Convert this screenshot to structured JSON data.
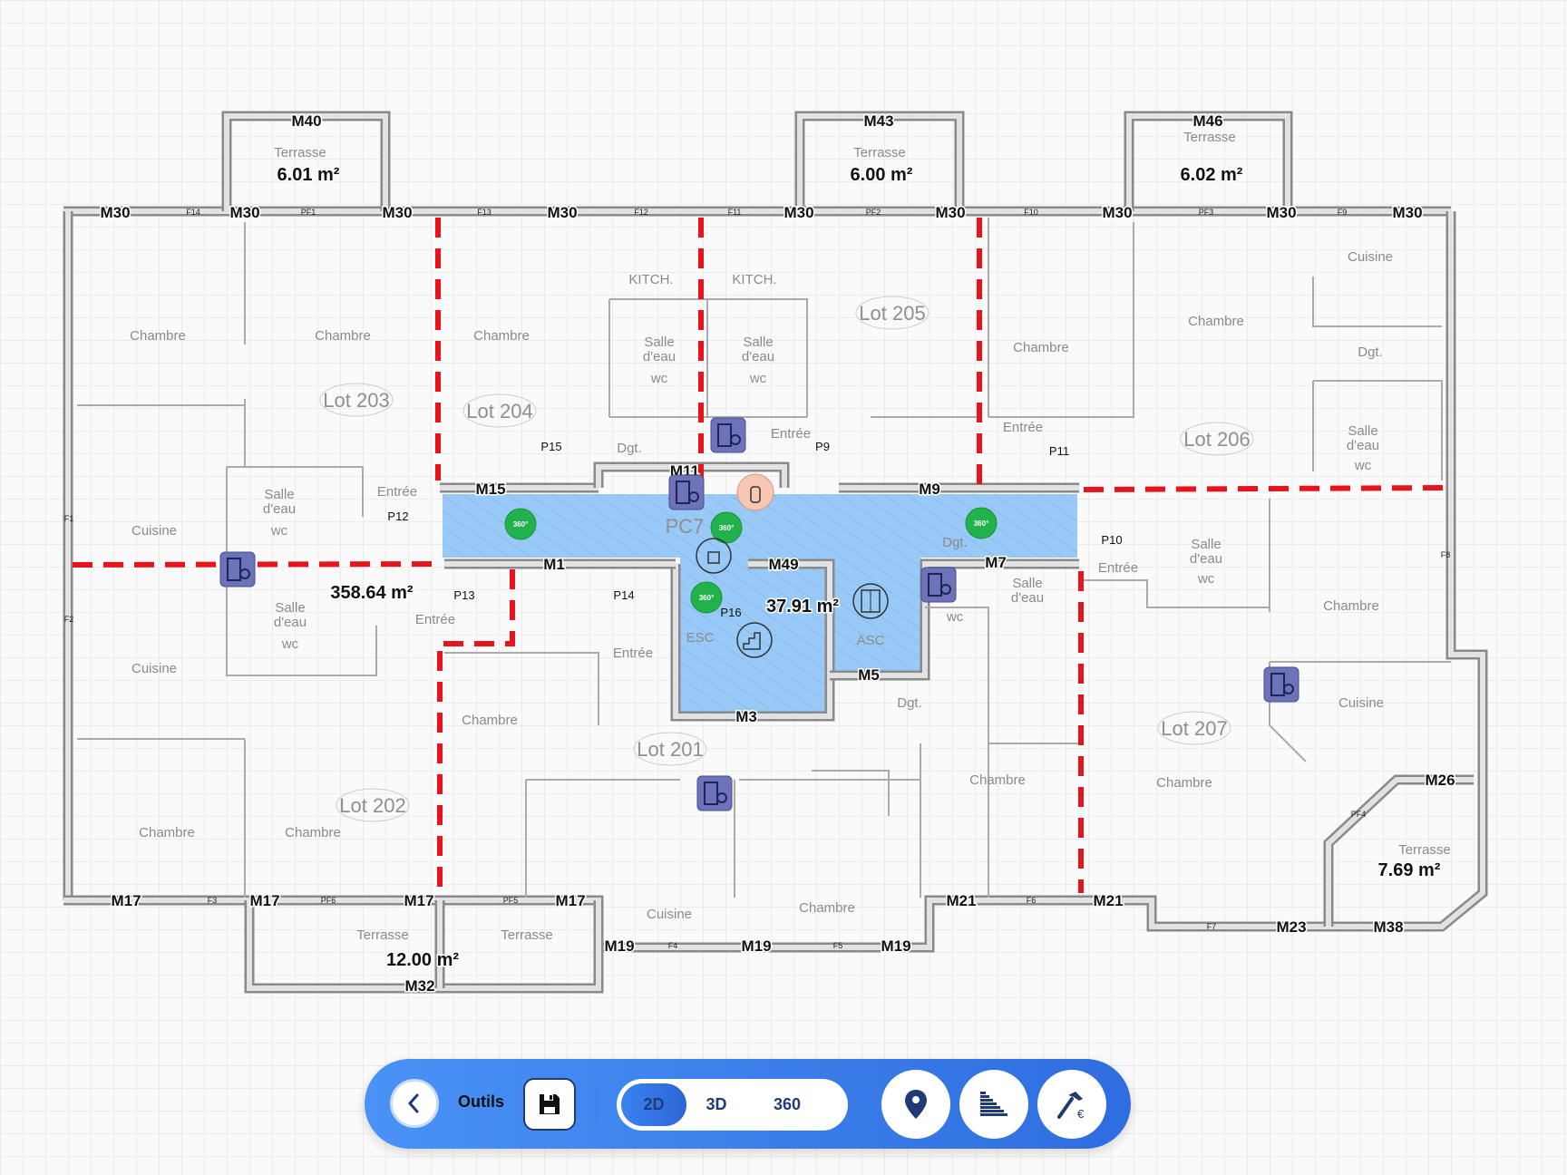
{
  "colors": {
    "wall": "#9a9a9a",
    "lot_boundary": "#e8141b",
    "common_area": "#8ec5f7",
    "icon_tile": "#6e72b8",
    "marker_360": "#22b24c",
    "extinguisher": "#f6c8b4",
    "toolbar": "#3b7fee",
    "toolbar_dark": "#1f3a75"
  },
  "rooms": [
    "Chambre",
    "Chambre",
    "Chambre",
    "KITCH.",
    "KITCH.",
    "Salle",
    "d'eau",
    "wc",
    "Salle",
    "d'eau",
    "wc",
    "Chambre",
    "Chambre",
    "Cuisine",
    "Dgt.",
    "Salle",
    "d'eau",
    "wc",
    "Entrée",
    "Salle",
    "d'eau",
    "wc",
    "Cuisine",
    "Dgt.",
    "Entrée",
    "Entrée",
    "Salle",
    "d'eau",
    "wc",
    "Dgt.",
    "Salle",
    "d'eau",
    "wc",
    "Cuisine",
    "Entrée",
    "Entrée",
    "Entrée",
    "Salle",
    "d'eau",
    "wc",
    "Chambre",
    "Cuisine",
    "Chambre",
    "Dgt.",
    "Chambre",
    "Chambre",
    "Chambre",
    "Chambre",
    "Cuisine",
    "Chambre",
    "Terrasse",
    "Terrasse",
    "Terrasse",
    "Terrasse",
    "Terrasse",
    "Terrasse",
    "ESC",
    "ASC"
  ],
  "lots": [
    "Lot 203",
    "Lot 204",
    "Lot 205",
    "Lot 206",
    "Lot 202",
    "Lot 201",
    "Lot 207",
    "PC7"
  ],
  "areas": [
    "6.01 m²",
    "6.00 m²",
    "6.02 m²",
    "358.64 m²",
    "37.91 m²",
    "12.00 m²",
    "7.69 m²"
  ],
  "walls": [
    "M40",
    "M43",
    "M46",
    "M30",
    "M30",
    "M30",
    "M30",
    "M30",
    "M30",
    "M30",
    "M30",
    "M30",
    "M15",
    "M11",
    "M9",
    "M1",
    "M49",
    "M7",
    "M5",
    "M3",
    "M17",
    "M17",
    "M17",
    "M17",
    "M32",
    "M19",
    "M19",
    "M19",
    "M21",
    "M21",
    "M23",
    "M38",
    "M26"
  ],
  "doors": [
    "P15",
    "P9",
    "P11",
    "P12",
    "P13",
    "P14",
    "P16",
    "P10"
  ],
  "windows": [
    "F14",
    "PF1",
    "F13",
    "F12",
    "F11",
    "PF2",
    "F10",
    "PF3",
    "F9",
    "F1",
    "F2",
    "F8",
    "F3",
    "PF6",
    "PF5",
    "F4",
    "F5",
    "F6",
    "F7",
    "PF4"
  ],
  "markers": {
    "tiles": [
      "equipment-icon",
      "equipment-icon",
      "equipment-icon",
      "equipment-icon",
      "equipment-icon",
      "equipment-icon"
    ],
    "panorama_label": "360°",
    "panorama_count": 4,
    "extinguisher": "fire-extinguisher-icon",
    "alarm": "alarm-icon",
    "stairs": "stairs-icon",
    "elevator": "elevator-icon"
  },
  "toolbar": {
    "back_icon": "chevron-left-icon",
    "title": "Outils",
    "save_icon": "floppy-disk-icon",
    "views": [
      "2D",
      "3D",
      "360"
    ],
    "active_view": "2D",
    "actions": [
      "map-pin-icon",
      "energy-rating-icon",
      "hammer-euro-icon"
    ]
  }
}
